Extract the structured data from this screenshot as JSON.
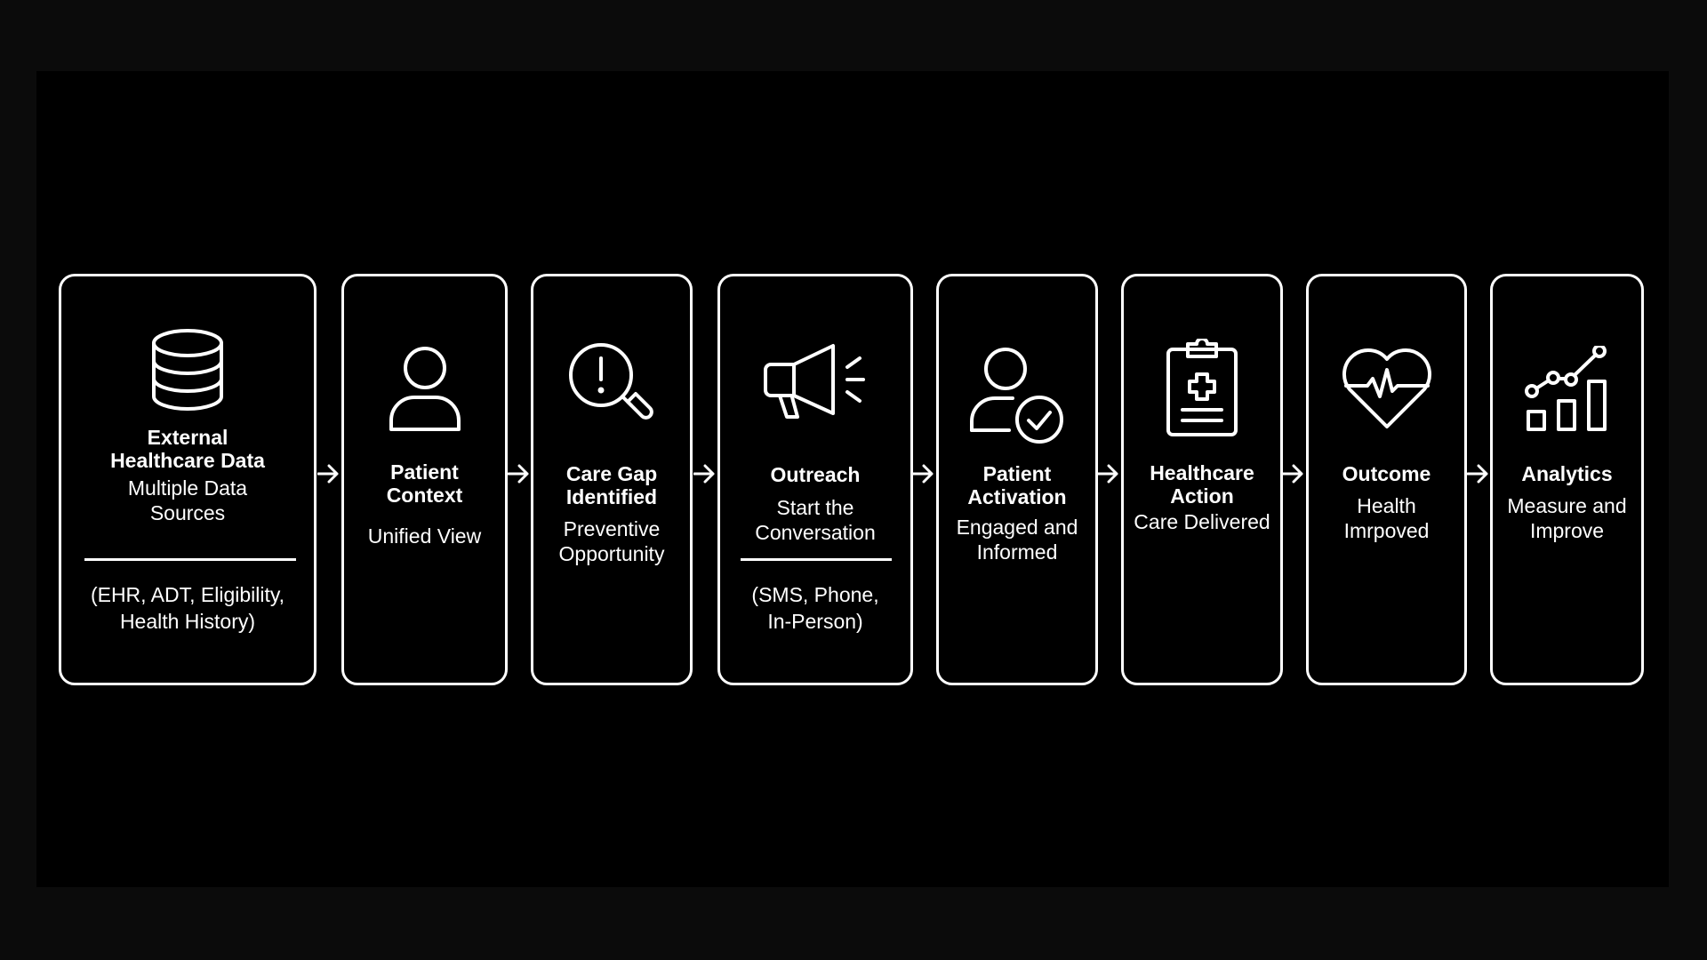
{
  "steps": [
    {
      "icon": "database-icon",
      "title": [
        "External",
        "Healthcare Data"
      ],
      "subtitle": [
        "Multiple Data",
        "Sources"
      ],
      "detail": [
        "(EHR, ADT, Eligibility,",
        "Health History)"
      ]
    },
    {
      "icon": "person-icon",
      "title": [
        "Patient",
        "Context"
      ],
      "subtitle": [
        "Unified View"
      ]
    },
    {
      "icon": "magnifier-alert-icon",
      "title": [
        "Care Gap",
        "Identified"
      ],
      "subtitle": [
        "Preventive",
        "Opportunity"
      ]
    },
    {
      "icon": "megaphone-icon",
      "title": [
        "Outreach"
      ],
      "subtitle": [
        "Start the",
        "Conversation"
      ],
      "detail": [
        "(SMS, Phone,",
        "In-Person)"
      ]
    },
    {
      "icon": "person-check-icon",
      "title": [
        "Patient",
        "Activation"
      ],
      "subtitle": [
        "Engaged and",
        "Informed"
      ]
    },
    {
      "icon": "clipboard-medical-icon",
      "title": [
        "Healthcare",
        "Action"
      ],
      "subtitle": [
        "Care Delivered"
      ]
    },
    {
      "icon": "heart-pulse-icon",
      "title": [
        "Outcome"
      ],
      "subtitle": [
        "Health",
        "Imrpoved"
      ]
    },
    {
      "icon": "analytics-chart-icon",
      "title": [
        "Analytics"
      ],
      "subtitle": [
        "Measure and",
        "Improve"
      ]
    }
  ]
}
